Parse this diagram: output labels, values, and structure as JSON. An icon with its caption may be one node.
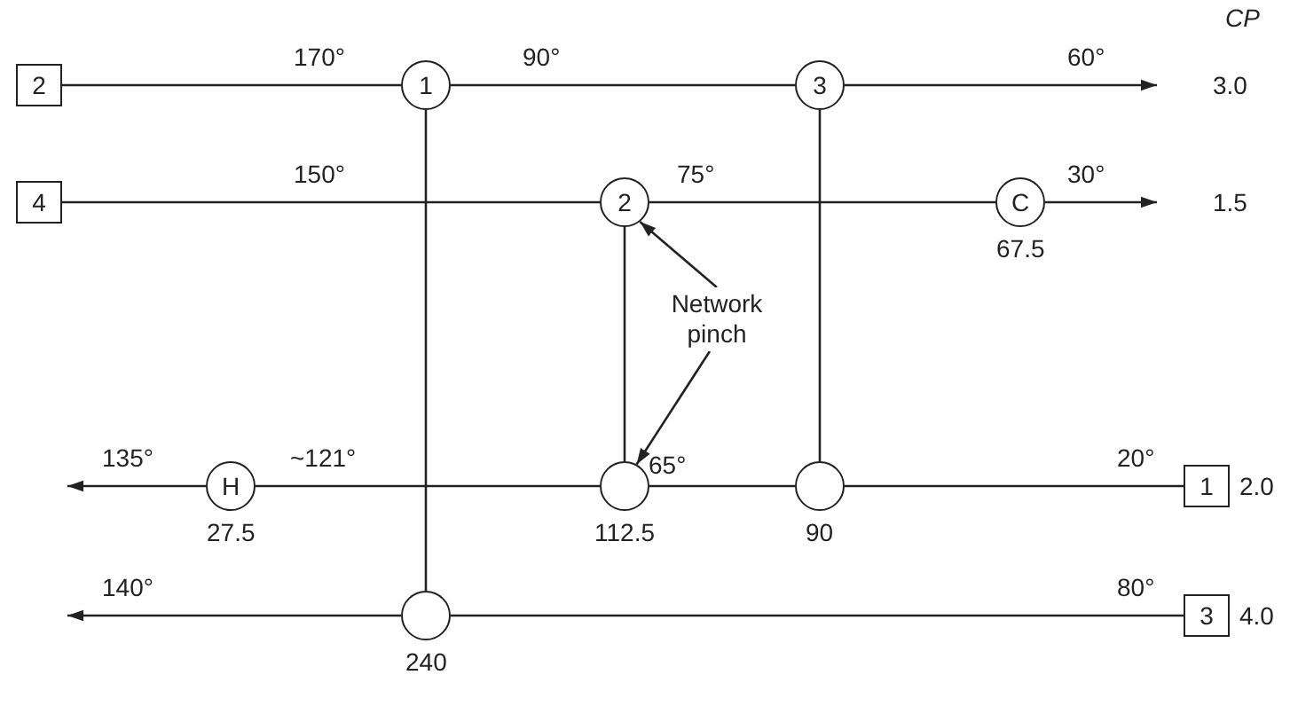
{
  "diagram": {
    "nodes": [
      {
        "text": [
          "2"
        ]
      },
      {
        "text": [
          "1"
        ]
      },
      {
        "text": [
          "3"
        ]
      },
      {
        "text": [
          "4"
        ]
      },
      {
        "text": [
          "2"
        ]
      },
      {
        "text": [
          "C"
        ],
        "beside": [
          "67.5"
        ]
      },
      {
        "text": [
          "H"
        ],
        "beside": [
          "27.5"
        ]
      },
      {
        "text": [],
        "shape": "circle",
        "beside": [
          "112.5"
        ]
      },
      {
        "text": [],
        "shape": "circle",
        "beside": [
          "90"
        ]
      },
      {
        "text": [
          "1"
        ]
      },
      {
        "text": [
          "3"
        ]
      },
      {
        "text": [],
        "shape": "circle",
        "beside": [
          "240"
        ]
      },
      {
        "text": [
          "Network pinch"
        ]
      }
    ],
    "edges": [
      {
        "from": 0,
        "to": 1,
        "arrow": "none",
        "label": "170°"
      },
      {
        "from": 1,
        "to": 2,
        "arrow": "none",
        "label": "90°"
      },
      {
        "from": 2,
        "to": null,
        "arrow": "to",
        "label": "60°"
      },
      {
        "from": 3,
        "to": 4,
        "arrow": "none",
        "label": "150°"
      },
      {
        "from": 4,
        "to": 5,
        "arrow": "none",
        "label": "75°"
      },
      {
        "from": 5,
        "to": null,
        "arrow": "to",
        "label": "30°"
      },
      {
        "from": 9,
        "to": 8,
        "arrow": "none",
        "label": "20°"
      },
      {
        "from": 8,
        "to": 7,
        "arrow": "none",
        "label": "65°"
      },
      {
        "from": 7,
        "to": 6,
        "arrow": "none",
        "label": "~121°"
      },
      {
        "from": 6,
        "to": null,
        "arrow": "to",
        "label": "135°"
      },
      {
        "from": 10,
        "to": 11,
        "arrow": "none",
        "label": "80°"
      },
      {
        "from": 11,
        "to": null,
        "arrow": "to",
        "label": "140°"
      },
      {
        "from": 1,
        "to": 11,
        "arrow": "none"
      },
      {
        "from": 4,
        "to": 7,
        "arrow": "none"
      },
      {
        "from": 2,
        "to": 8,
        "arrow": "none"
      },
      {
        "from": 12,
        "to": 4,
        "arrow": "to"
      },
      {
        "from": 12,
        "to": 7,
        "arrow": "to"
      }
    ],
    "labels": [
      "CP",
      "3.0",
      "1.5",
      "2.0",
      "4.0"
    ]
  }
}
